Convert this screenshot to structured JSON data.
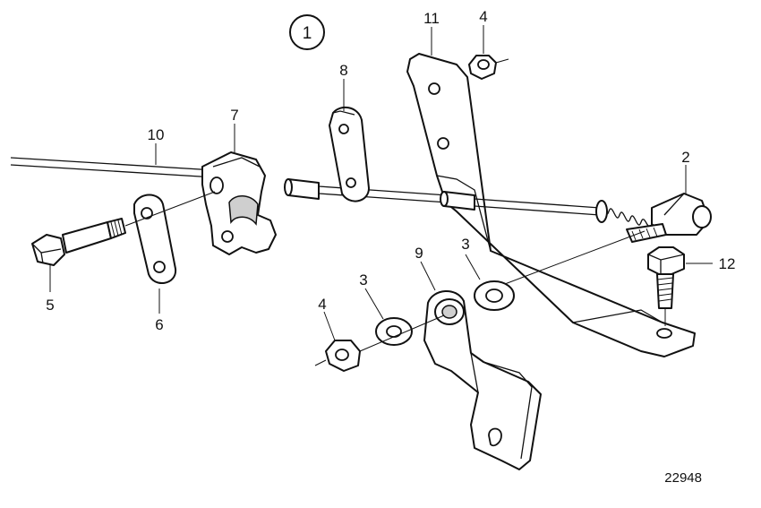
{
  "figure": {
    "view_number": "1",
    "reference_number": "22948"
  },
  "callouts": [
    {
      "id": "callout-2",
      "label": "2"
    },
    {
      "id": "callout-3a",
      "label": "3"
    },
    {
      "id": "callout-3b",
      "label": "3"
    },
    {
      "id": "callout-4a",
      "label": "4"
    },
    {
      "id": "callout-4b",
      "label": "4"
    },
    {
      "id": "callout-5",
      "label": "5"
    },
    {
      "id": "callout-6",
      "label": "6"
    },
    {
      "id": "callout-7",
      "label": "7"
    },
    {
      "id": "callout-8",
      "label": "8"
    },
    {
      "id": "callout-9",
      "label": "9"
    },
    {
      "id": "callout-10",
      "label": "10"
    },
    {
      "id": "callout-11",
      "label": "11"
    },
    {
      "id": "callout-12",
      "label": "12"
    }
  ]
}
